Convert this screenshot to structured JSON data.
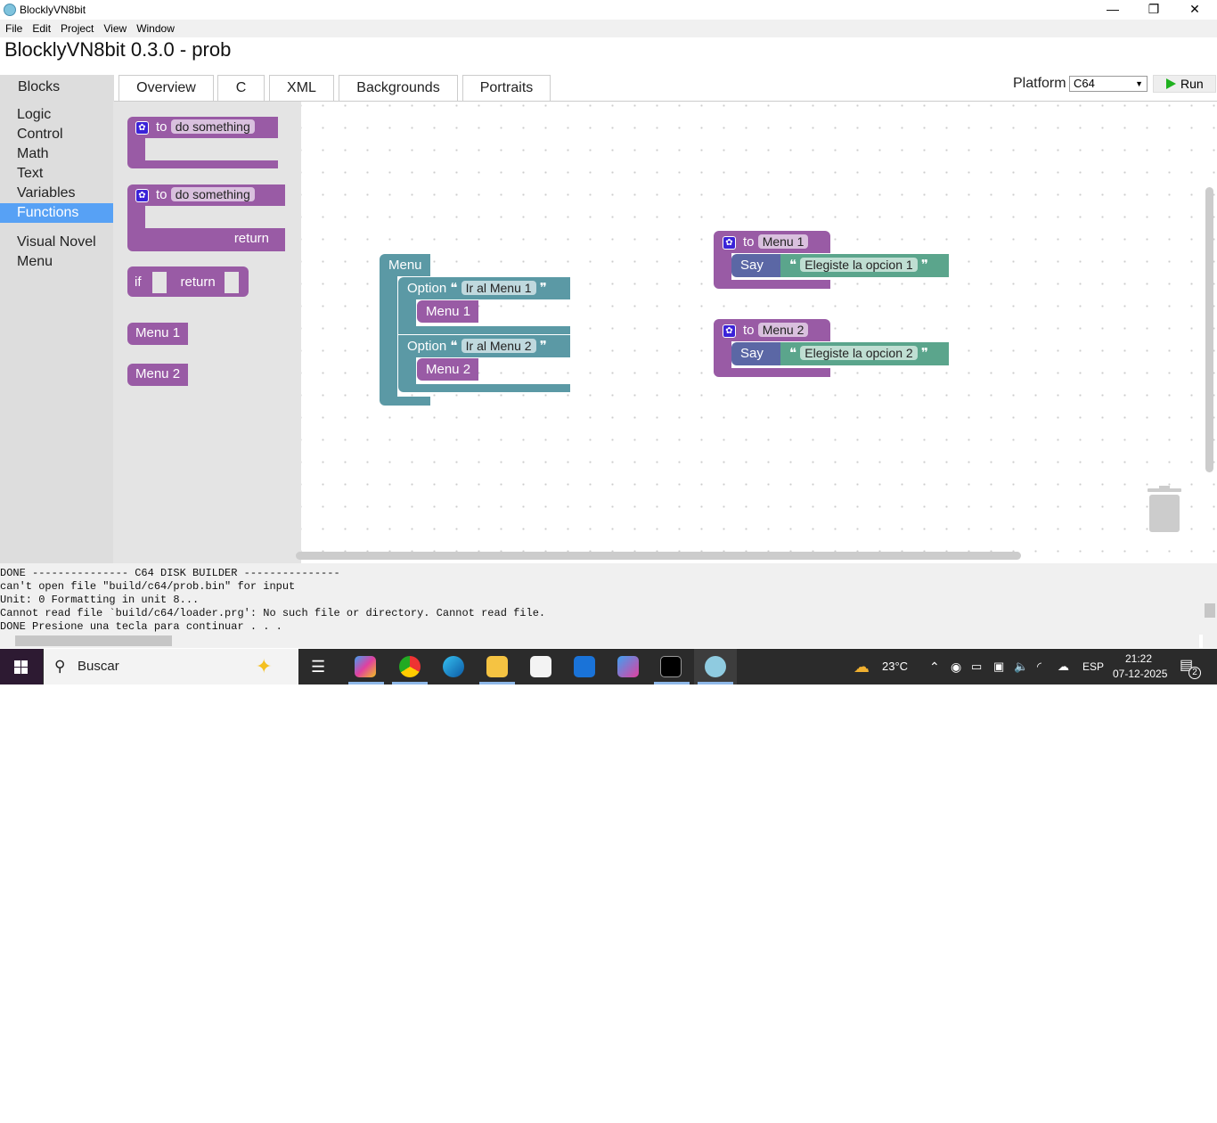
{
  "window": {
    "title": "BlocklyVN8bit",
    "minimize": "—",
    "restore": "❐",
    "close": "✕"
  },
  "menu": [
    "File",
    "Edit",
    "Project",
    "View",
    "Window"
  ],
  "app_title": "BlocklyVN8bit 0.3.0 - prob",
  "tabs": [
    "Blocks",
    "Overview",
    "C",
    "XML",
    "Backgrounds",
    "Portraits"
  ],
  "platform": {
    "label": "Platform",
    "value": "C64",
    "run": "Run"
  },
  "categories": [
    "Logic",
    "Control",
    "Math",
    "Text",
    "Variables",
    "Functions",
    "Visual Novel",
    "Menu"
  ],
  "flyout": {
    "to": "to",
    "do_something": "do something",
    "return": "return",
    "if": "if",
    "menu1": "Menu 1",
    "menu2": "Menu 2"
  },
  "workspace": {
    "menu_block": "Menu",
    "option": "Option",
    "opt1": "Ir al Menu 1",
    "opt2": "Ir al Menu 2",
    "call1": "Menu 1",
    "call2": "Menu 2",
    "func1": {
      "to": "to",
      "name": "Menu 1",
      "say": "Say",
      "text": "Elegiste la opcion 1"
    },
    "func2": {
      "to": "to",
      "name": "Menu 2",
      "say": "Say",
      "text": "Elegiste la opcion 2"
    },
    "open_quote": "❝",
    "close_quote": "❞"
  },
  "console": [
    "DONE --------------- C64 DISK BUILDER ---------------",
    "can't open file \"build/c64/prob.bin\" for input",
    "Unit: 0 Formatting in unit 8...",
    "Cannot read file `build/c64/loader.prg': No such file or directory. Cannot read file.",
    "DONE Presione una tecla para continuar . . ."
  ],
  "taskbar": {
    "search": "Buscar",
    "temp": "23°C",
    "lang": "ESP",
    "time": "21:22",
    "date": "07-12-2025",
    "notifications": "2"
  },
  "colors": {
    "procedure": "#995ba5",
    "menu": "#5b99a5",
    "say": "#5b67a5",
    "text": "#5ba58c",
    "selected": "#57a1f5"
  }
}
